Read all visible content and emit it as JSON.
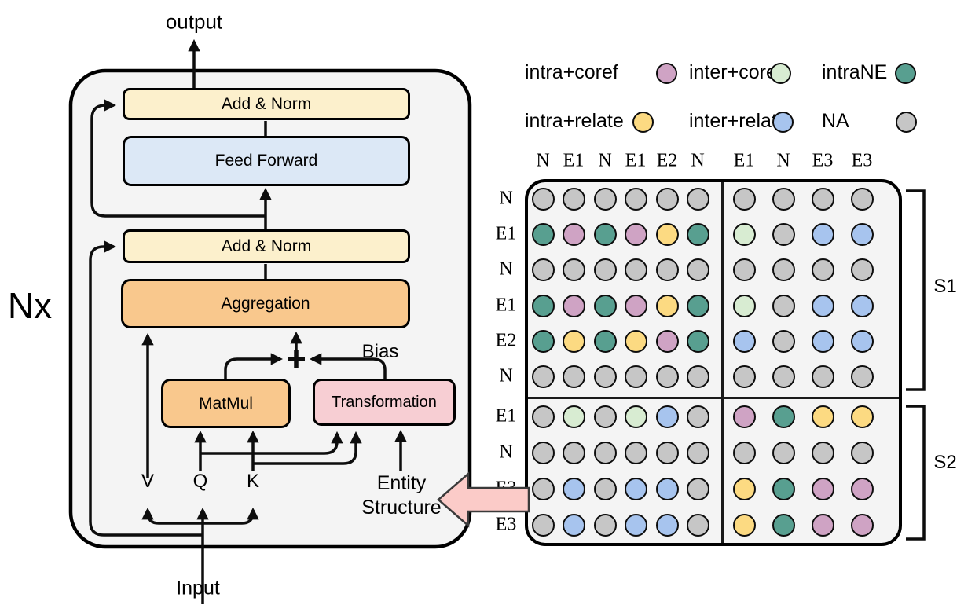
{
  "colors": {
    "intra_coref": "#cfa3c4",
    "inter_coref": "#d8ecd2",
    "intraNE": "#589f90",
    "intra_relate": "#fcda82",
    "inter_relate": "#a7c4ee",
    "na": "#c6c6c6",
    "box_cream": "#fcf0cc",
    "box_blue": "#dce8f6",
    "box_orange": "#f9c88d",
    "box_pink": "#f7ced3",
    "arrow_pink": "#fbcbc8",
    "panel_fill": "#f4f4f4",
    "line": "#0d0d0d"
  },
  "left_diagram": {
    "nx_label": "Nx",
    "output_label": "output",
    "input_label": "Input",
    "bias_label": "Bias",
    "entity_structure_line1": "Entity",
    "entity_structure_line2": "Structure",
    "add_norm_top_label": "Add & Norm",
    "feed_forward_label": "Feed Forward",
    "add_norm_bottom_label": "Add & Norm",
    "aggregation_label": "Aggregation",
    "matmul_label": "MatMul",
    "transformation_label": "Transformation",
    "v_label": "V",
    "q_label": "Q",
    "k_label": "K"
  },
  "legend": {
    "items": [
      {
        "label": "intra+coref",
        "category": "intra_coref"
      },
      {
        "label": "inter+coref",
        "category": "inter_coref"
      },
      {
        "label": "intraNE",
        "category": "intraNE"
      },
      {
        "label": "intra+relate",
        "category": "intra_relate"
      },
      {
        "label": "inter+relate",
        "category": "inter_relate"
      },
      {
        "label": "NA",
        "category": "na"
      }
    ]
  },
  "matrix": {
    "column_headers": [
      "N",
      "E1",
      "N",
      "E1",
      "E2",
      "N",
      "E1",
      "N",
      "E3",
      "E3"
    ],
    "row_headers": [
      "N",
      "E1",
      "N",
      "E1",
      "E2",
      "N",
      "E1",
      "N",
      "E3",
      "E3"
    ],
    "sentence_labels": [
      "S1",
      "S2"
    ],
    "cells": [
      [
        "na",
        "na",
        "na",
        "na",
        "na",
        "na",
        "na",
        "na",
        "na",
        "na"
      ],
      [
        "intraNE",
        "intra_coref",
        "intraNE",
        "intra_coref",
        "intra_relate",
        "intraNE",
        "inter_coref",
        "na",
        "inter_relate",
        "inter_relate"
      ],
      [
        "na",
        "na",
        "na",
        "na",
        "na",
        "na",
        "na",
        "na",
        "na",
        "na"
      ],
      [
        "intraNE",
        "intra_coref",
        "intraNE",
        "intra_coref",
        "intra_relate",
        "intraNE",
        "inter_coref",
        "na",
        "inter_relate",
        "inter_relate"
      ],
      [
        "intraNE",
        "intra_relate",
        "intraNE",
        "intra_relate",
        "intra_coref",
        "intraNE",
        "inter_relate",
        "na",
        "inter_relate",
        "inter_relate"
      ],
      [
        "na",
        "na",
        "na",
        "na",
        "na",
        "na",
        "na",
        "na",
        "na",
        "na"
      ],
      [
        "na",
        "inter_coref",
        "na",
        "inter_coref",
        "inter_relate",
        "na",
        "intra_coref",
        "intraNE",
        "intra_relate",
        "intra_relate"
      ],
      [
        "na",
        "na",
        "na",
        "na",
        "na",
        "na",
        "na",
        "na",
        "na",
        "na"
      ],
      [
        "na",
        "inter_relate",
        "na",
        "inter_relate",
        "inter_relate",
        "na",
        "intra_relate",
        "intraNE",
        "intra_coref",
        "intra_coref"
      ],
      [
        "na",
        "inter_relate",
        "na",
        "inter_relate",
        "inter_relate",
        "na",
        "intra_relate",
        "intraNE",
        "intra_coref",
        "intra_coref"
      ]
    ]
  }
}
